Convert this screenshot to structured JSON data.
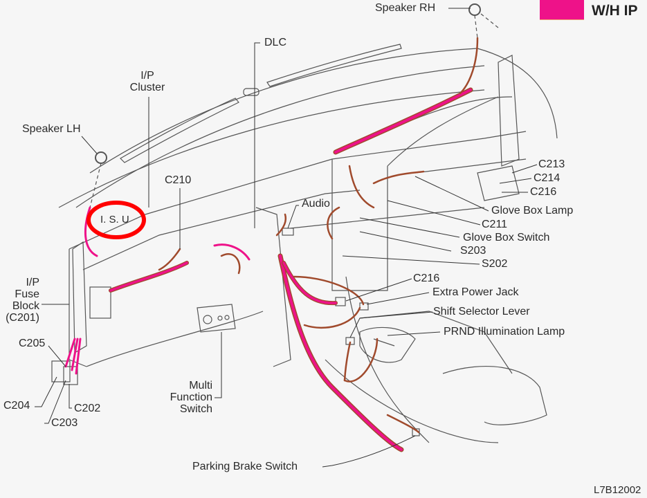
{
  "legend": {
    "label": "W/H IP",
    "swatch_color": "#ee1289"
  },
  "colors": {
    "harness_main": "#ee1289",
    "harness_branch": "#a04a2c",
    "line_art": "#555555",
    "highlight_circle": "#ff0000",
    "background": "#f6f6f6"
  },
  "figure_code": "L7B12002",
  "highlight": {
    "label": "I. S. U",
    "annotation": "red-circle"
  },
  "labels": {
    "speaker_rh": "Speaker RH",
    "dlc": "DLC",
    "ip_cluster_1": "I/P",
    "ip_cluster_2": "Cluster",
    "speaker_lh": "Speaker LH",
    "c210": "C210",
    "audio": "Audio",
    "isu": "I. S. U",
    "ip_fuse_1": "I/P",
    "ip_fuse_2": "Fuse",
    "ip_fuse_3": "Block",
    "ip_fuse_4": "(C201)",
    "c205": "C205",
    "c204": "C204",
    "c203": "C203",
    "c202": "C202",
    "multi_1": "Multi",
    "multi_2": "Function",
    "multi_3": "Switch",
    "parking_brake": "Parking Brake Switch",
    "c213": "C213",
    "c214": "C214",
    "c216_top": "C216",
    "glove_box_lamp": "Glove Box Lamp",
    "c211": "C211",
    "glove_box_switch": "Glove Box Switch",
    "s203": "S203",
    "s202": "S202",
    "c216_mid": "C216",
    "extra_power_jack": "Extra Power Jack",
    "shift_selector": "Shift Selector Lever",
    "prnd_lamp": "PRND Illumination Lamp"
  }
}
